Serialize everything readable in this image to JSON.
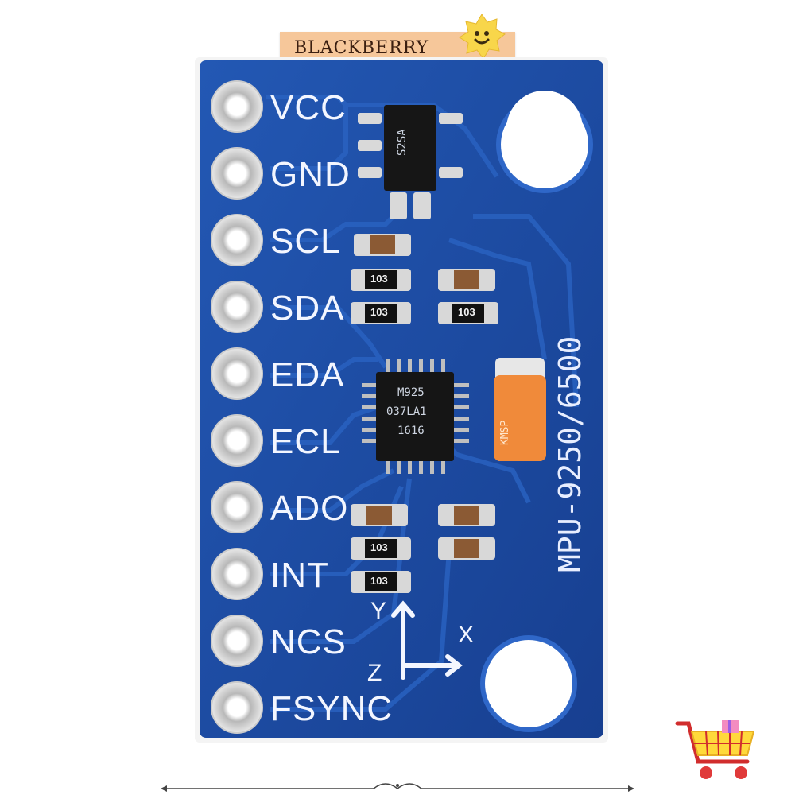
{
  "watermark": {
    "brand": "BLACKBERRY"
  },
  "board": {
    "pins": [
      "VCC",
      "GND",
      "SCL",
      "SDA",
      "EDA",
      "ECL",
      "ADO",
      "INT",
      "NCS",
      "FSYNC"
    ],
    "part_number": "MPU-9250/6500",
    "axes": {
      "y": "Y",
      "x": "X",
      "z": "Z"
    },
    "regulator_marking": "S2SA",
    "chip_marking": [
      "M925",
      "037LA1",
      "1616"
    ],
    "resistor_code": "103",
    "capacitor_marking": "KMSP"
  },
  "colors": {
    "pcb": "#1e4fa8",
    "pcb_dark": "#163f8c",
    "silkscreen": "#f3f6ff",
    "pad": "#c9c9c9",
    "tantalum": "#f08a3a"
  },
  "icons": [
    "smiley-icon",
    "shopping-cart-icon",
    "ornament-divider-icon"
  ]
}
